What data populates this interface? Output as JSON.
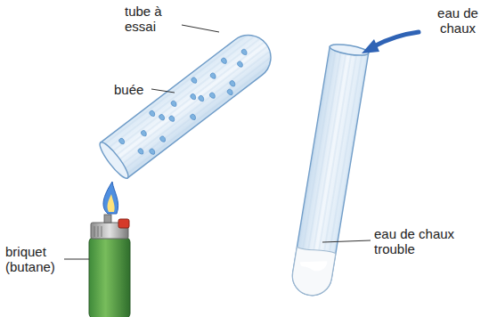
{
  "diagram": {
    "labels": [
      "tube à essai",
      "buée",
      "eau de chaux",
      "eau de chaux trouble",
      "briquet (butane)"
    ]
  }
}
